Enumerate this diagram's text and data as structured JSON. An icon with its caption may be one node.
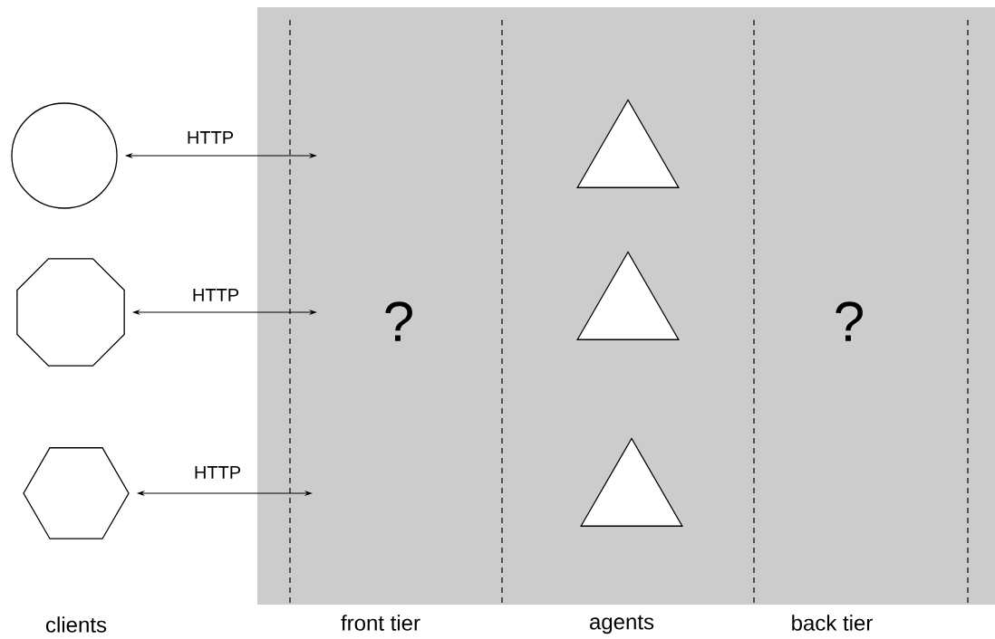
{
  "diagram": {
    "nodes": [
      {
        "text": [],
        "shape": "circle"
      },
      {
        "text": [],
        "shape": "octagon"
      },
      {
        "text": [],
        "shape": "hexagon"
      },
      {
        "text": [],
        "shape": "triangle"
      },
      {
        "text": [],
        "shape": "triangle"
      },
      {
        "text": [],
        "shape": "triangle"
      }
    ],
    "edges": [
      {
        "from": 0,
        "to": null,
        "arrow": "both",
        "label": "HTTP"
      },
      {
        "from": 1,
        "to": null,
        "arrow": "both",
        "label": "HTTP"
      },
      {
        "from": 2,
        "to": null,
        "arrow": "both",
        "label": "HTTP"
      }
    ],
    "labels": [
      "?",
      "?",
      "clients",
      "front tier",
      "agents",
      "back tier"
    ]
  }
}
